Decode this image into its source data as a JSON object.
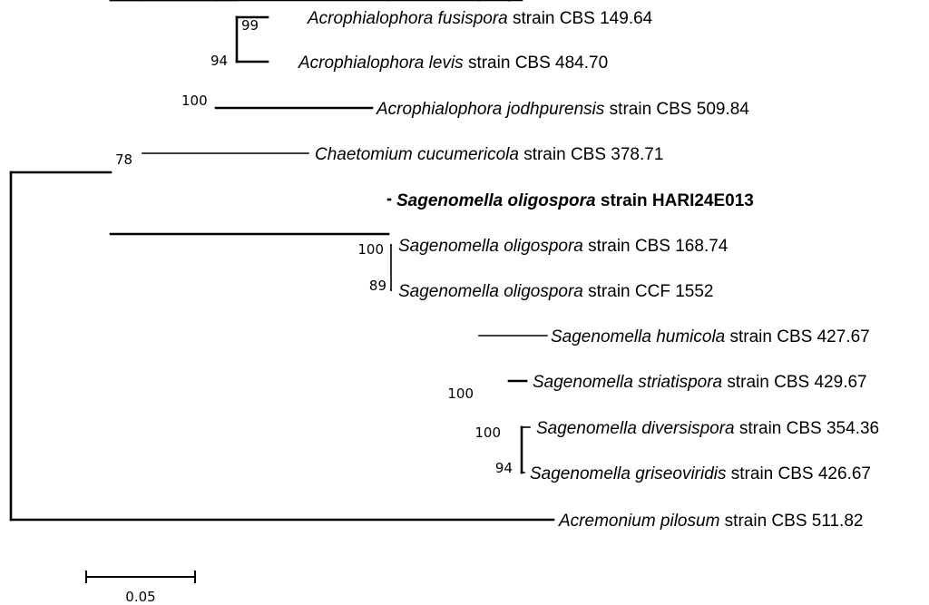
{
  "tree": {
    "nodes": [
      {
        "id": "root",
        "children": [
          "n78",
          "t_acremonium"
        ]
      },
      {
        "id": "n78",
        "children": [
          "n100a",
          "nSago"
        ],
        "support": "78"
      },
      {
        "id": "n100a",
        "children": [
          "n94a",
          "t_chaet"
        ],
        "support": "100"
      },
      {
        "id": "n94a",
        "children": [
          "n99",
          "t_jodh"
        ],
        "support": "94"
      },
      {
        "id": "n99",
        "children": [
          "t_fusi",
          "t_levis"
        ],
        "support": "99"
      },
      {
        "id": "nSago",
        "children": [
          "t_hari",
          "n89"
        ],
        "support": "100"
      },
      {
        "id": "n89",
        "children": [
          "t_cbs168",
          "t_ccf"
        ],
        "support": "89"
      },
      {
        "id": "nHum",
        "children": [
          "t_humicola",
          "n100c"
        ],
        "support": "100"
      },
      {
        "id": "n100c",
        "children": [
          "t_striat",
          "n94b"
        ],
        "support": "100"
      },
      {
        "id": "n94b",
        "children": [
          "t_divers",
          "t_griseo"
        ],
        "support": "94"
      }
    ],
    "taxa": [
      {
        "id": "t_fusi",
        "italic": "Acrophialophora fusispora",
        "rest": " strain CBS 149.64",
        "bold": false
      },
      {
        "id": "t_levis",
        "italic": "Acrophialophora levis",
        "rest": " strain CBS 484.70",
        "bold": false
      },
      {
        "id": "t_jodh",
        "italic": "Acrophialophora jodhpurensis",
        "rest": " strain CBS 509.84",
        "bold": false
      },
      {
        "id": "t_chaet",
        "italic": "Chaetomium cucumericola",
        "rest": " strain CBS 378.71",
        "bold": false
      },
      {
        "id": "t_hari",
        "italic": "Sagenomella oligospora",
        "rest": " strain HARI24E013",
        "bold": true
      },
      {
        "id": "t_cbs168",
        "italic": "Sagenomella oligospora",
        "rest": " strain CBS 168.74",
        "bold": false
      },
      {
        "id": "t_ccf",
        "italic": "Sagenomella oligospora",
        "rest": " strain CCF 1552",
        "bold": false
      },
      {
        "id": "t_humicola",
        "italic": "Sagenomella humicola",
        "rest": " strain CBS 427.67",
        "bold": false
      },
      {
        "id": "t_striat",
        "italic": "Sagenomella striatispora",
        "rest": " strain CBS 429.67",
        "bold": false
      },
      {
        "id": "t_divers",
        "italic": "Sagenomella diversispora",
        "rest": " strain CBS 354.36",
        "bold": false
      },
      {
        "id": "t_griseo",
        "italic": "Sagenomella griseoviridis",
        "rest": " strain CBS 426.67",
        "bold": false
      },
      {
        "id": "t_acremonium",
        "italic": "Acremonium pilosum",
        "rest": " strain CBS 511.82",
        "bold": false
      }
    ],
    "scale_bar": {
      "label": "0.05",
      "value": 0.05
    }
  }
}
